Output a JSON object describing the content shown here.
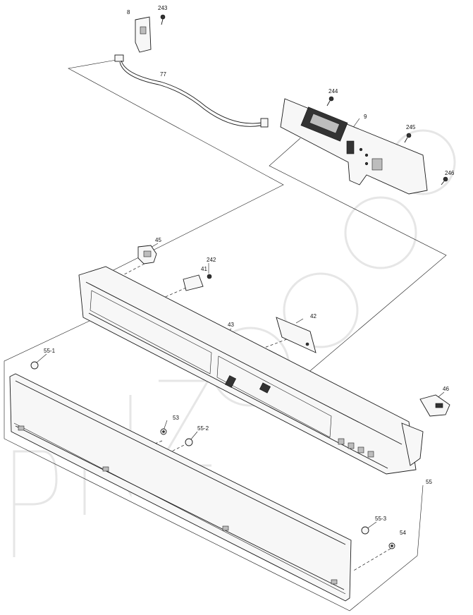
{
  "watermark": "PNZ09607",
  "labels": [
    {
      "id": "8",
      "text": "8"
    },
    {
      "id": "243",
      "text": "243"
    },
    {
      "id": "77",
      "text": "77"
    },
    {
      "id": "244",
      "text": "244"
    },
    {
      "id": "9",
      "text": "9"
    },
    {
      "id": "245",
      "text": "245"
    },
    {
      "id": "246",
      "text": "246"
    },
    {
      "id": "45",
      "text": "45"
    },
    {
      "id": "242",
      "text": "242"
    },
    {
      "id": "41",
      "text": "41"
    },
    {
      "id": "42",
      "text": "42"
    },
    {
      "id": "43",
      "text": "43"
    },
    {
      "id": "55-1",
      "text": "55-1"
    },
    {
      "id": "46",
      "text": "46"
    },
    {
      "id": "53",
      "text": "53"
    },
    {
      "id": "55-2",
      "text": "55-2"
    },
    {
      "id": "55",
      "text": "55"
    },
    {
      "id": "55-3",
      "text": "55-3"
    },
    {
      "id": "54",
      "text": "54"
    }
  ]
}
